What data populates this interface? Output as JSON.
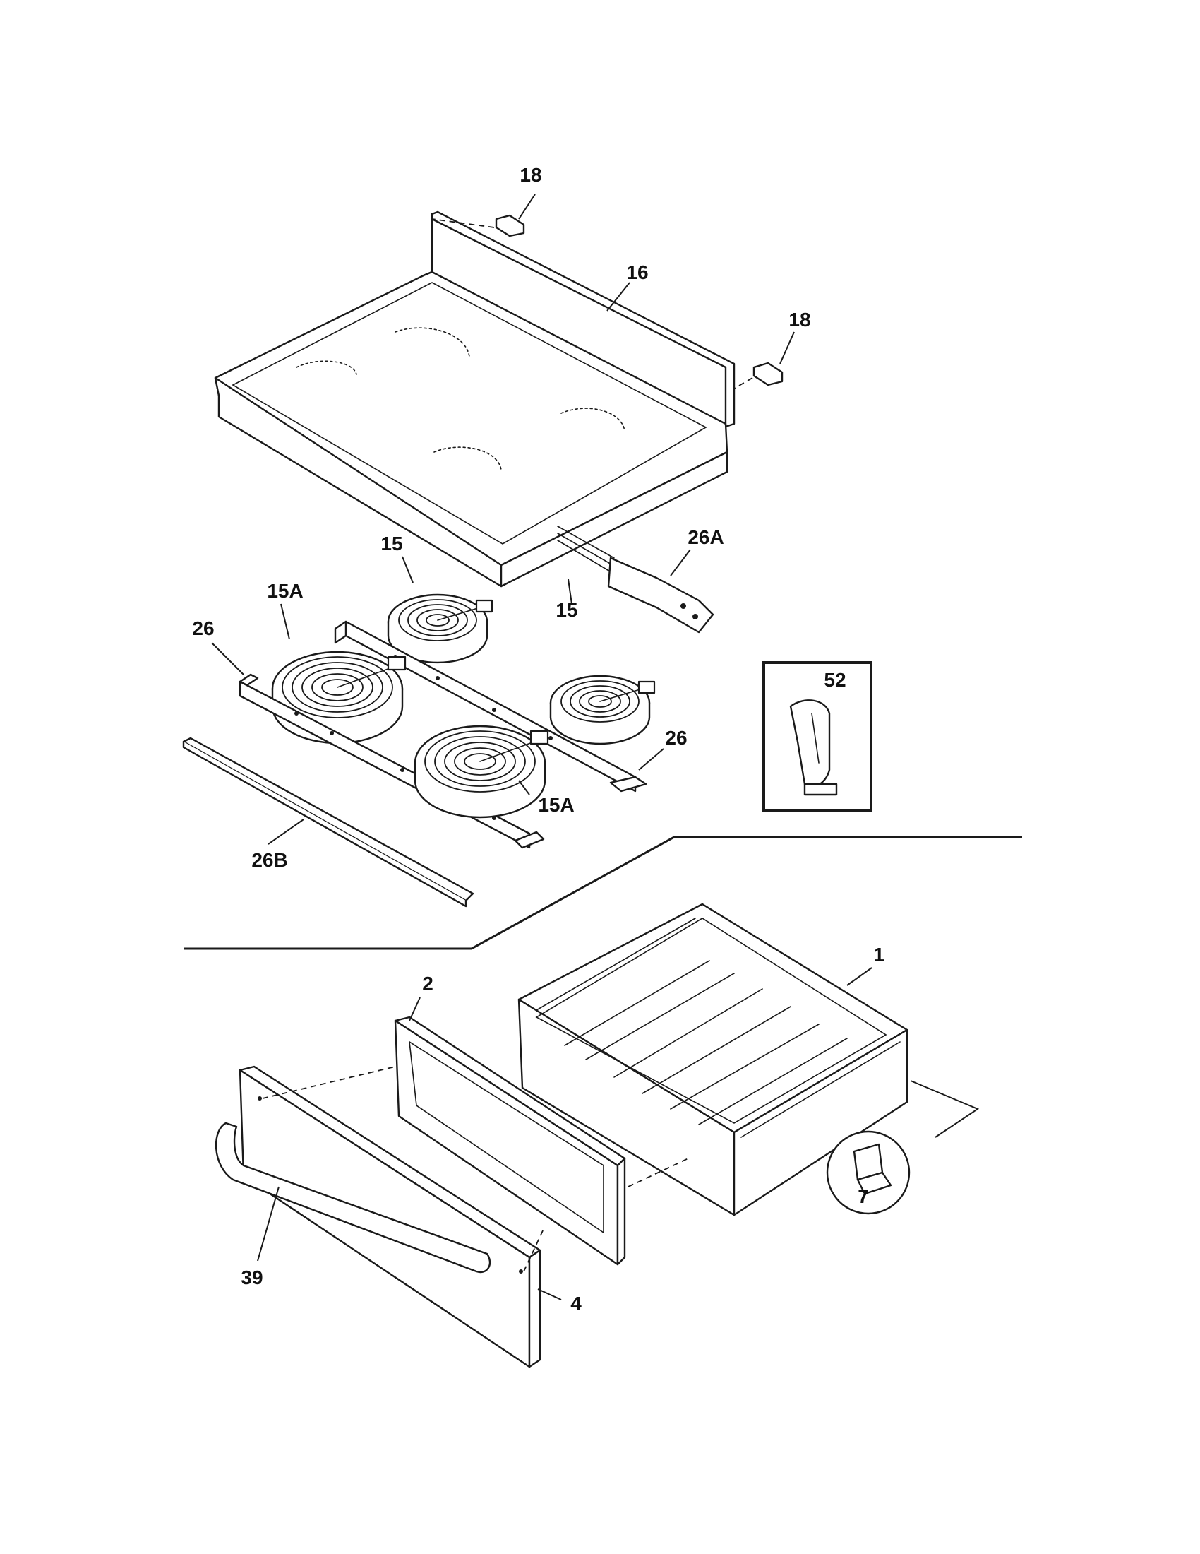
{
  "diagram": {
    "colors": {
      "line": "#1a1a1a",
      "background": "#ffffff"
    },
    "callouts": {
      "c18a": "18",
      "c16": "16",
      "c18b": "18",
      "c26A": "26A",
      "c15a": "15",
      "c15Aa": "15A",
      "c26a": "26",
      "c15b": "15",
      "c52": "52",
      "c26b": "26",
      "c15Ab": "15A",
      "c26B": "26B",
      "c1": "1",
      "c2": "2",
      "c7": "7",
      "c39": "39",
      "c4": "4"
    }
  }
}
